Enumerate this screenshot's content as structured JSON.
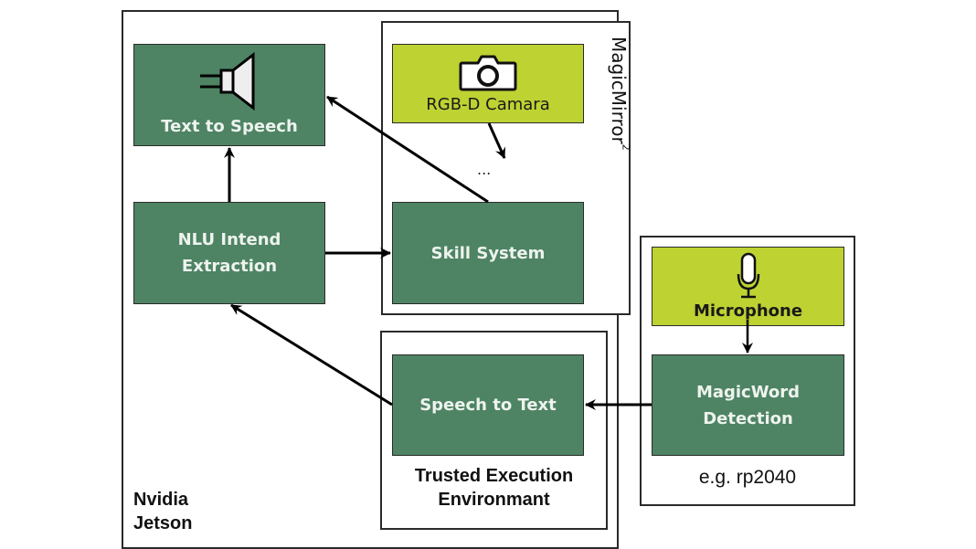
{
  "colors": {
    "process_fill": "#4e8464",
    "device_fill": "#bed232",
    "border": "#2a2a2a"
  },
  "containers": {
    "jetson": {
      "label_line1": "Nvidia",
      "label_line2": "Jetson"
    },
    "magicmirror": {
      "label": "MagicMirror",
      "superscript": "2"
    },
    "tee": {
      "label_line1": "Trusted Execution",
      "label_line2": "Environmant"
    },
    "rp2040": {
      "label": "e.g. rp2040"
    }
  },
  "nodes": {
    "tts": {
      "label": "Text to Speech",
      "icon": "speaker-icon"
    },
    "nlu": {
      "label_line1": "NLU Intend",
      "label_line2": "Extraction"
    },
    "camera": {
      "label": "RGB-D Camara",
      "icon": "camera-icon"
    },
    "ellipsis": "...",
    "skill": {
      "label": "Skill System"
    },
    "stt": {
      "label": "Speech to Text"
    },
    "microphone": {
      "label": "Microphone",
      "icon": "microphone-icon"
    },
    "magicword": {
      "label_line1": "MagicWord",
      "label_line2": "Detection"
    }
  },
  "edges": [
    {
      "from": "nlu",
      "to": "tts"
    },
    {
      "from": "skill",
      "to": "tts"
    },
    {
      "from": "nlu",
      "to": "skill"
    },
    {
      "from": "camera",
      "to": "ellipsis"
    },
    {
      "from": "stt",
      "to": "nlu"
    },
    {
      "from": "microphone",
      "to": "magicword"
    },
    {
      "from": "magicword",
      "to": "stt"
    }
  ]
}
